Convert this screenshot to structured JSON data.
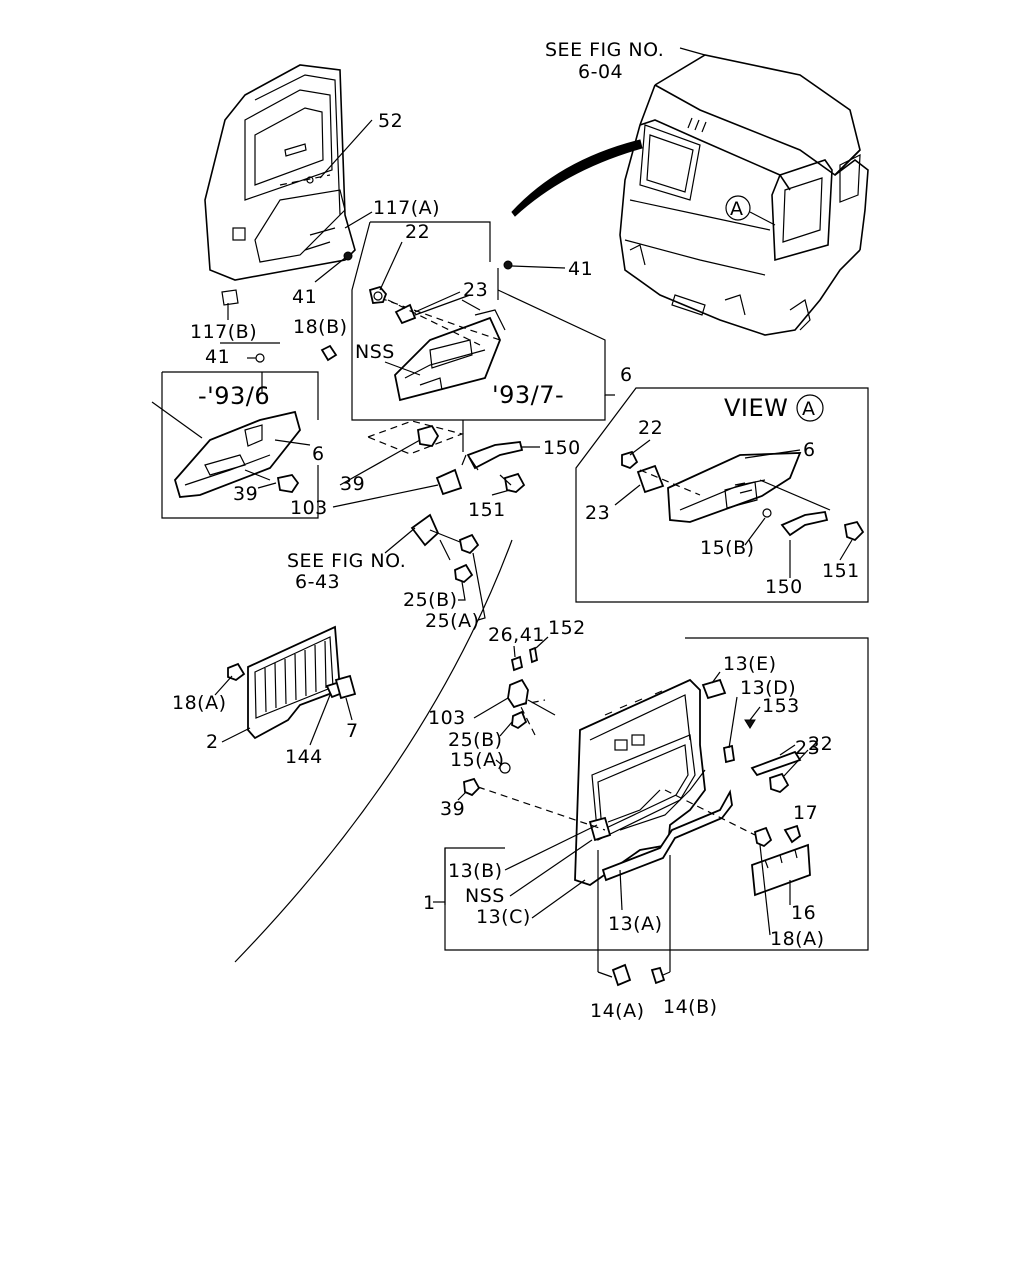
{
  "labels": {
    "see_fig_604_a": "SEE FIG NO.",
    "see_fig_604_b": "6-04",
    "l52": "52",
    "l117a": "117(A)",
    "l22_top": "22",
    "l41_right": "41",
    "l41_left": "41",
    "l23_top": "23",
    "l117b": "117(B)",
    "l18b": "18(B)",
    "l41_mid": "41",
    "nss_top": "NSS",
    "l6_right": "6",
    "range_new": "'93/7-",
    "range_old": "-'93/6",
    "l6_left": "6",
    "l39_a": "39",
    "l39_b": "39",
    "l150": "150",
    "l103_a": "103",
    "l151": "151",
    "see_fig_643_a": "SEE FIG NO.",
    "see_fig_643_b": "6-43",
    "l25b_a": "25(B)",
    "l25a": "25(A)",
    "l26_41": "26,41",
    "l152": "152",
    "l18a_a": "18(A)",
    "l2": "2",
    "l144": "144",
    "l7": "7",
    "l103_b": "103",
    "l25b_b": "25(B)",
    "l15a": "15(A)",
    "l39_c": "39",
    "l13e": "13(E)",
    "l13d": "13(D)",
    "l153": "153",
    "l23_b": "23",
    "l22_b": "22",
    "l17": "17",
    "l13b": "13(B)",
    "nss_b": "NSS",
    "l13c": "13(C)",
    "l1": "1",
    "l13a": "13(A)",
    "l16": "16",
    "l18a_b": "18(A)",
    "l14a": "14(A)",
    "l14b": "14(B)",
    "view_a": "VIEW",
    "circle_a": "A",
    "circle_a2": "A",
    "v22": "22",
    "v6": "6",
    "v23": "23",
    "v15b": "15(B)",
    "v150": "150",
    "v151": "151"
  }
}
